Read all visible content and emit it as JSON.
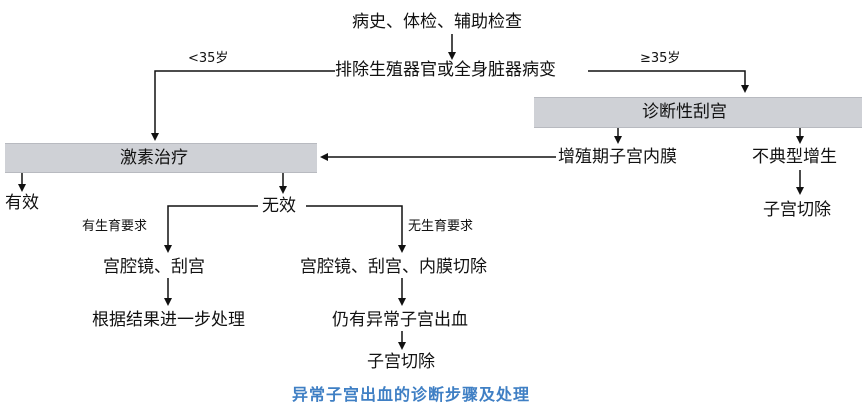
{
  "nodes": {
    "history": "病史、体检、辅助检查",
    "exclude": "排除生殖器官或全身脏器病变",
    "diag_curettage": "诊断性刮宫",
    "hormone": "激素治疗",
    "proliferative": "增殖期子宫内膜",
    "atypical": "不典型增生",
    "hysterectomy_right": "子宫切除",
    "effective": "有效",
    "ineffective": "无效",
    "hysteroscopy_curettage": "宫腔镜、刮宫",
    "further_treatment": "根据结果进一步处理",
    "hysteroscopy_ablation": "宫腔镜、刮宫、内膜切除",
    "still_bleeding": "仍有异常子宫出血",
    "hysterectomy_bottom": "子宫切除"
  },
  "edges": {
    "under35": "<35岁",
    "over35": "≥35岁",
    "fertility_yes": "有生育要求",
    "fertility_no": "无生育要求"
  },
  "caption": "异常子宫出血的诊断步骤及处理"
}
